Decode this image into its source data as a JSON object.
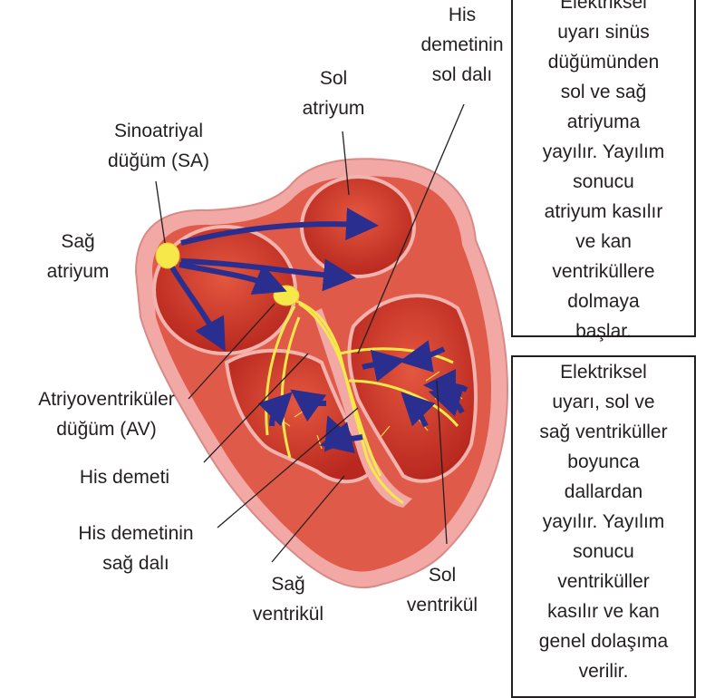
{
  "labels": {
    "his_sol_dal": [
      "His",
      "demetinin",
      "sol dalı"
    ],
    "sol_atriyum": [
      "Sol",
      "atriyum"
    ],
    "sinoatriyal": [
      "Sinoatriyal",
      "düğüm (SA)"
    ],
    "sag_atriyum": [
      "Sağ",
      "atriyum"
    ],
    "av_dugum": [
      "Atriyoventriküler",
      "düğüm (AV)"
    ],
    "his_demeti": [
      "His demeti"
    ],
    "his_sag_dal": [
      "His demetinin",
      "sağ dalı"
    ],
    "sag_ventrikul": [
      "Sağ",
      "ventrikül"
    ],
    "sol_ventrikul": [
      "Sol",
      "ventrikül"
    ]
  },
  "box_top": {
    "lines": [
      "Elektriksel",
      "uyarı sinüs",
      "düğümünden",
      "sol ve sağ",
      "atriyuma",
      "yayılır. Yayılım",
      "sonucu",
      "atriyum kasılır",
      "ve kan",
      "ventriküllere",
      "dolmaya",
      "başlar."
    ]
  },
  "box_bottom": {
    "lines": [
      "Elektriksel",
      "uyarı, sol ve",
      "sağ ventriküller",
      "boyunca",
      "dallardan",
      "yayılır. Yayılım",
      "sonucu",
      "ventriküller",
      "kasılır ve kan",
      "genel dolaşıma",
      "verilir."
    ]
  },
  "colors": {
    "outer_wall": "#f3a6a3",
    "muscle": "#e05a4a",
    "chamber": "#c8372c",
    "conduction": "#f7e84a",
    "arrow": "#2a2f8f"
  }
}
